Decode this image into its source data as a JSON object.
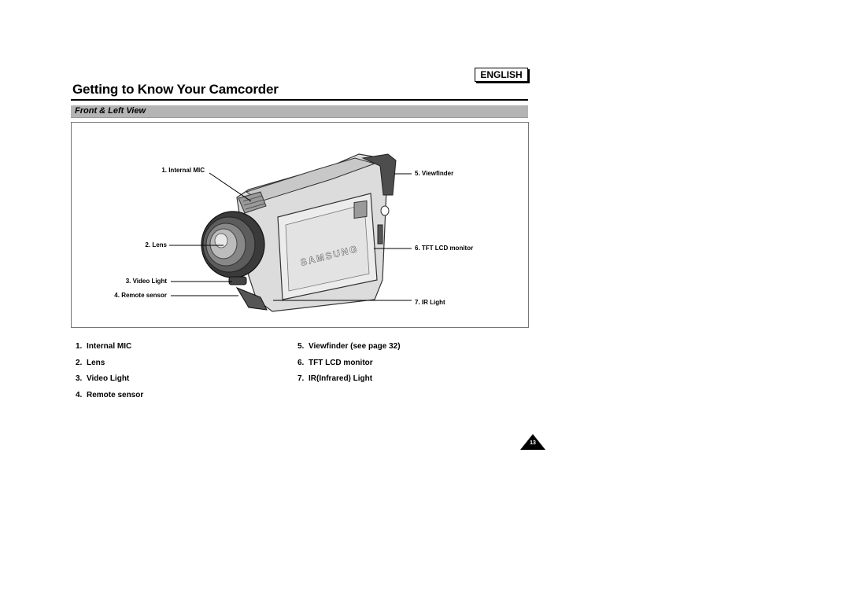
{
  "header": {
    "language_badge": "ENGLISH",
    "page_title": "Getting to Know Your Camcorder"
  },
  "section": {
    "title": "Front & Left View"
  },
  "figure": {
    "brand_on_camera": "SAMSUNG",
    "callouts": {
      "left": [
        "1. Internal MIC",
        "2. Lens",
        "3. Video Light",
        "4. Remote sensor"
      ],
      "right": [
        "5.  Viewfinder",
        "6.  TFT LCD monitor",
        "7. IR Light"
      ]
    }
  },
  "legend": {
    "left": [
      {
        "num": "1.",
        "text": "Internal MIC"
      },
      {
        "num": "2.",
        "text": "Lens"
      },
      {
        "num": "3.",
        "text": "Video Light"
      },
      {
        "num": "4.",
        "text": "Remote sensor"
      }
    ],
    "right": [
      {
        "num": "5.",
        "text": "Viewfinder (see page 32)"
      },
      {
        "num": "6.",
        "text": "TFT LCD monitor"
      },
      {
        "num": "7.",
        "text": "IR(Infrared) Light"
      }
    ]
  },
  "footer": {
    "page_number": "13"
  }
}
